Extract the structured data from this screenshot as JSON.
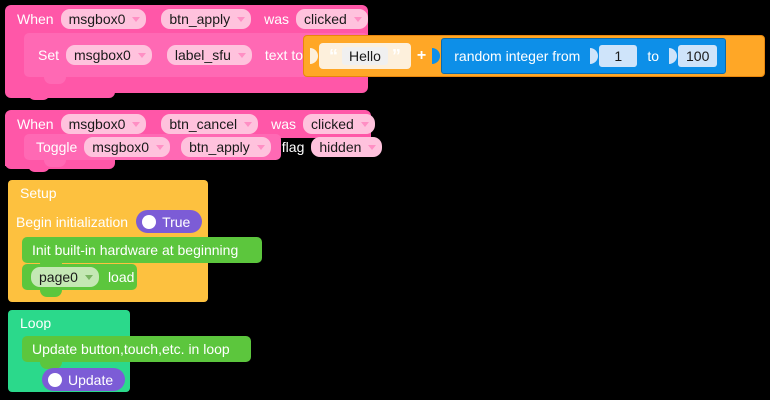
{
  "app": {
    "title": "Blockly Visual Programming Workspace",
    "background": "#000000"
  },
  "palette": {
    "event_pink": "#ff57a8",
    "statement_pink": "#ff69b4",
    "field_pink": "#ffc2dd",
    "join_orange": "#ffa726",
    "math_blue": "#0d8fe8",
    "field_blue": "#cfe4fa",
    "setup_yellow": "#fdc13f",
    "green": "#5cc63d",
    "loop_teal": "#2bd98b",
    "toggle_purple": "#7c5cd6",
    "string_cream": "#fdf0dc"
  },
  "blocks": {
    "event_apply": {
      "when_label": "When",
      "component": "msgbox0",
      "target": "btn_apply",
      "was_label": "was",
      "event": "clicked",
      "statement": {
        "set_label": "Set",
        "component": "msgbox0",
        "property": "label_sfu",
        "text_to_label": "text to",
        "value": {
          "open_quote": "“",
          "close_quote": "”",
          "string": "Hello",
          "operator": "+",
          "random": {
            "label_from": "random integer from",
            "from": "1",
            "to_label": "to",
            "to": "100"
          }
        }
      }
    },
    "event_cancel": {
      "when_label": "When",
      "component": "msgbox0",
      "target": "btn_cancel",
      "was_label": "was",
      "event": "clicked",
      "statement": {
        "toggle_label": "Toggle",
        "component": "msgbox0",
        "target": "btn_apply",
        "flag_label": "flag",
        "flag_value": "hidden"
      }
    },
    "setup": {
      "title": "Setup",
      "begin_label": "Begin initialization",
      "begin_toggle": "True",
      "init_hardware": "Init built-in hardware at beginning",
      "page": "page0",
      "load_label": "load"
    },
    "loop": {
      "title": "Loop",
      "update_statement": "Update button,touch,etc. in loop",
      "update_toggle": "Update"
    }
  },
  "icons": {
    "dropdown": "chevron-down-icon",
    "toggle_dot": "radio-dot-icon"
  }
}
